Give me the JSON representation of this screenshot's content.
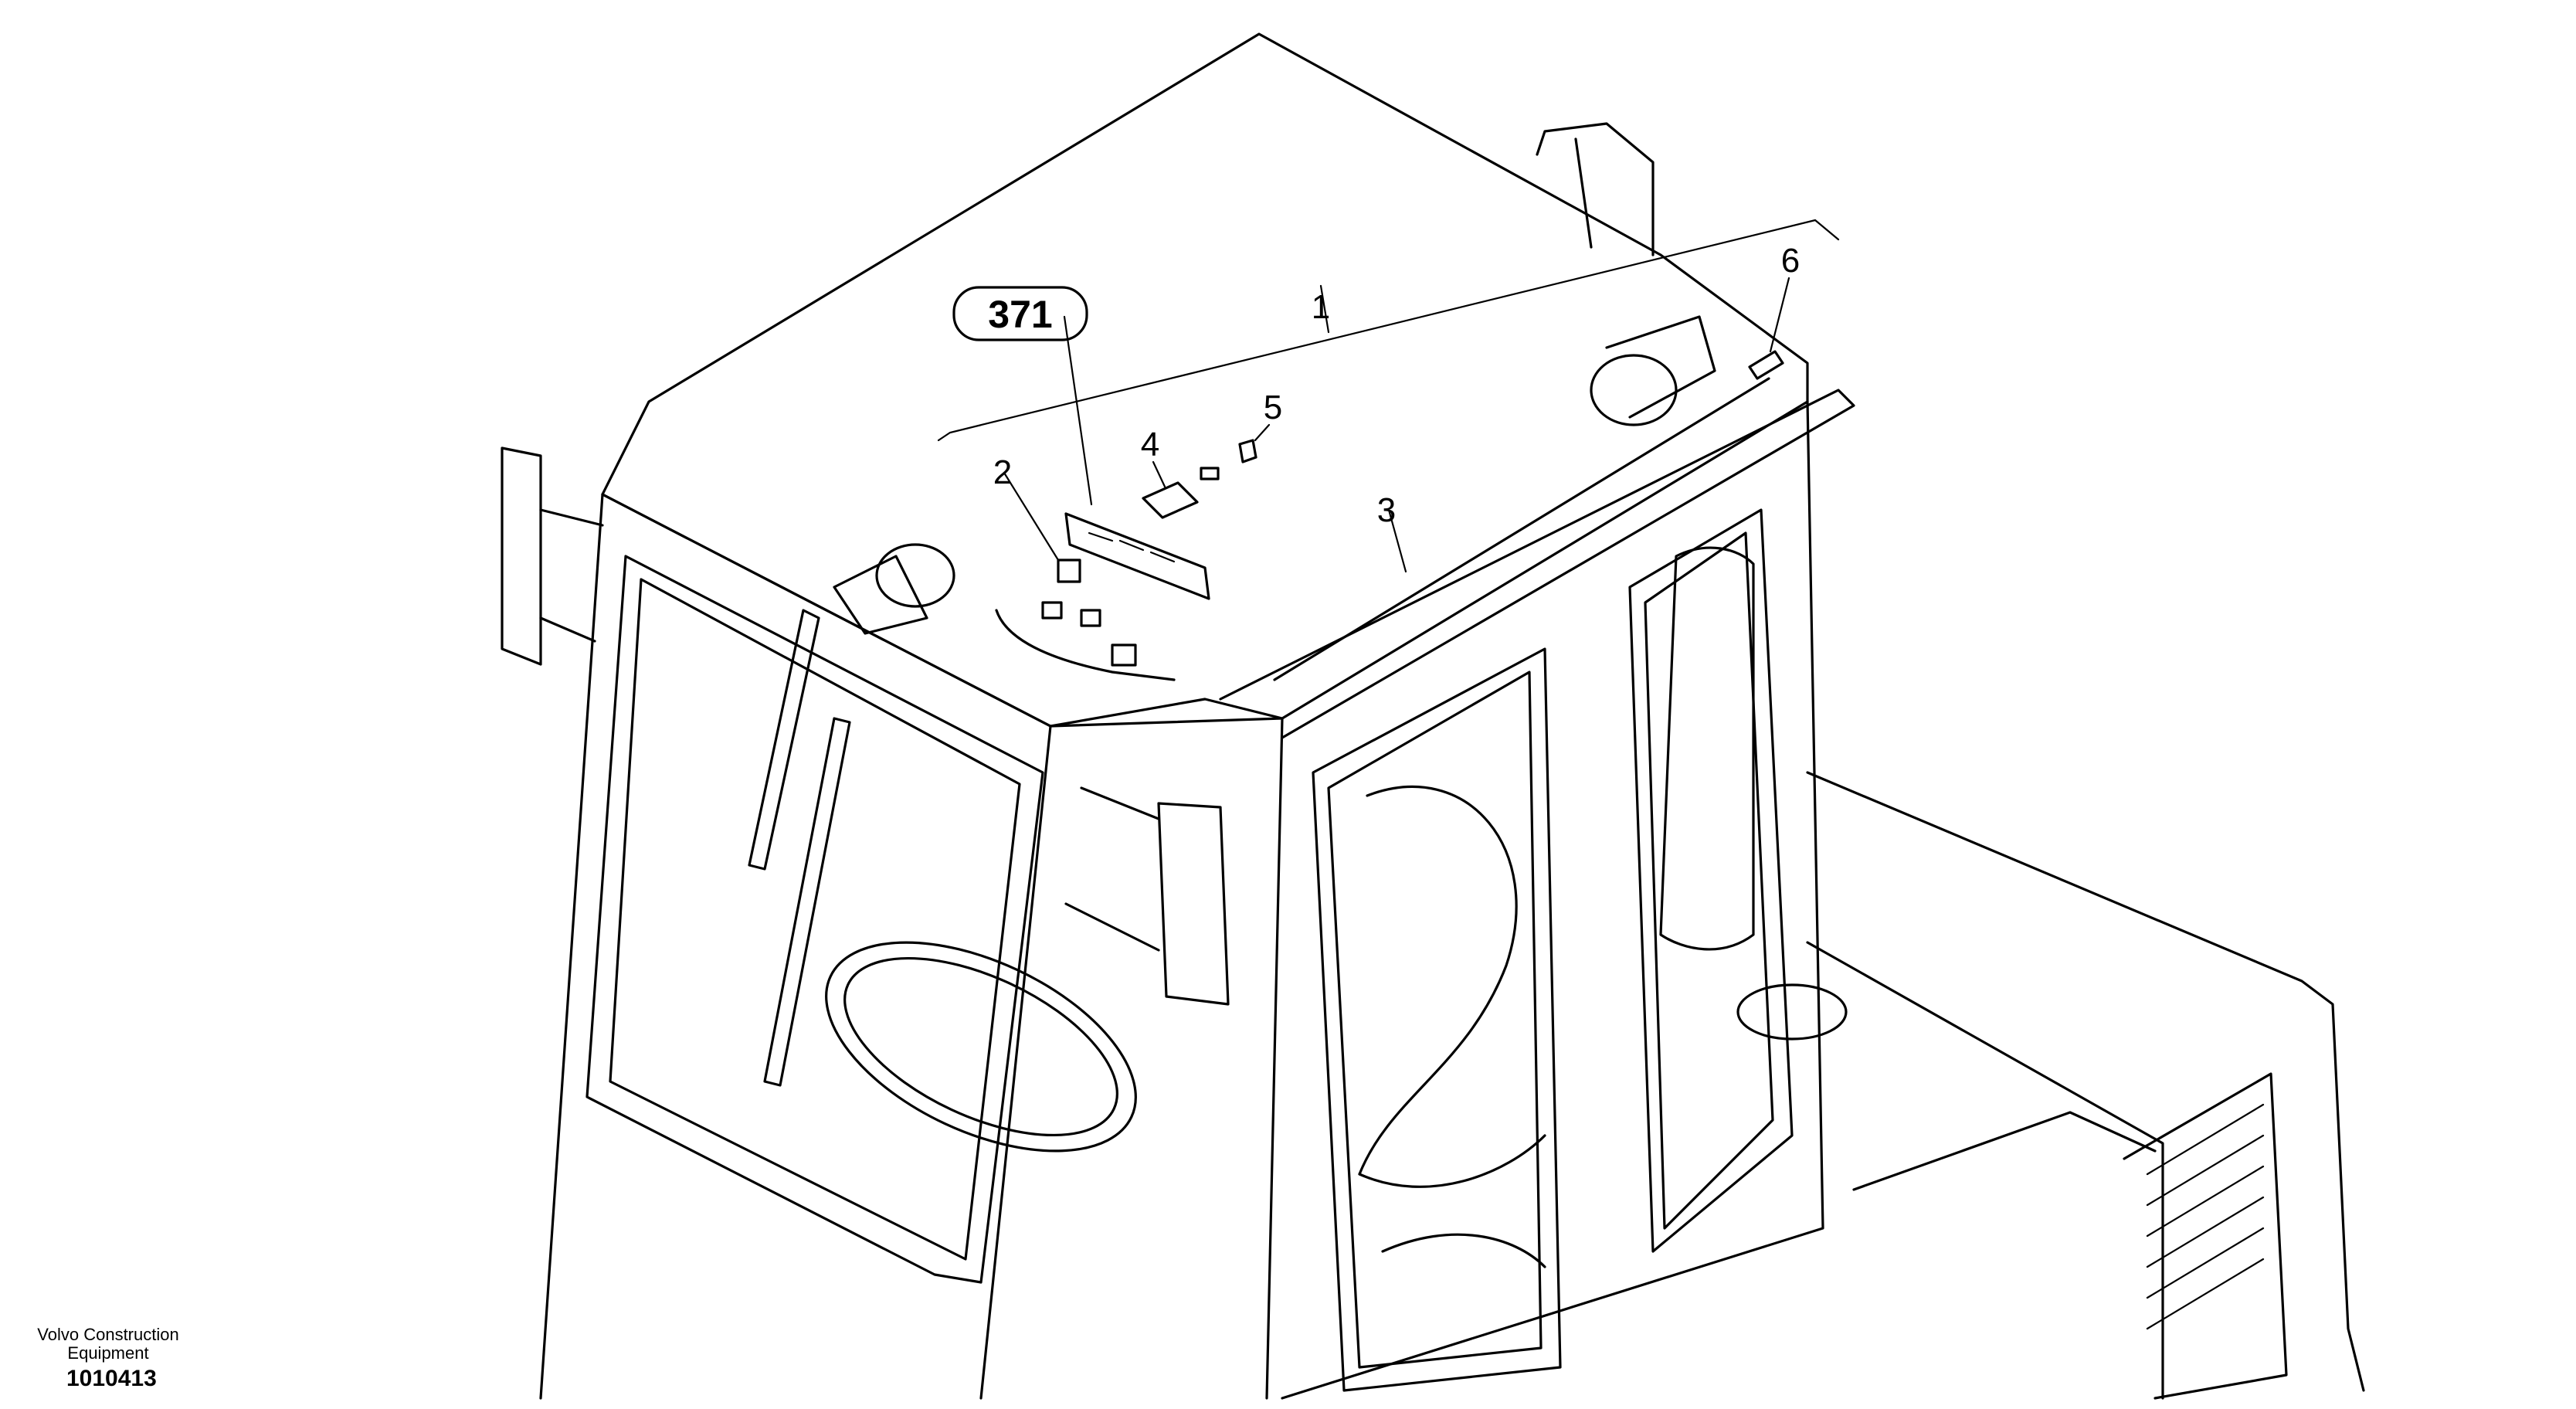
{
  "figure": {
    "reference_label": "371",
    "callouts": [
      {
        "id": "1",
        "label": "1"
      },
      {
        "id": "2",
        "label": "2"
      },
      {
        "id": "3",
        "label": "3"
      },
      {
        "id": "4",
        "label": "4"
      },
      {
        "id": "5",
        "label": "5"
      },
      {
        "id": "6",
        "label": "6"
      }
    ]
  },
  "footer": {
    "manufacturer_line1": "Volvo Construction",
    "manufacturer_line2": "Equipment",
    "figure_number": "1010413"
  }
}
